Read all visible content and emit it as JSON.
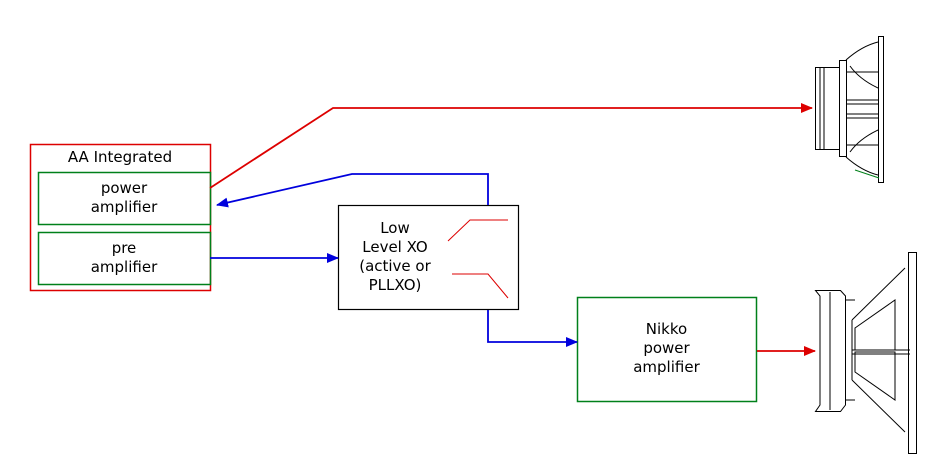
{
  "diagram": {
    "integrated_amp": {
      "title": "AA Integrated",
      "power_amp": {
        "line1": "power",
        "line2": "amplifier"
      },
      "pre_amp": {
        "line1": "pre",
        "line2": "amplifier"
      }
    },
    "crossover": {
      "line1": "Low",
      "line2": "Level XO",
      "line3": "(active or",
      "line4": "PLLXO)"
    },
    "nikko_amp": {
      "line1": "Nikko",
      "line2": "power",
      "line3": "amplifier"
    },
    "colors": {
      "integrated_border": "#dd0000",
      "amp_border": "#00801a",
      "high_signal": "#dd0000",
      "low_signal": "#0000dd"
    }
  }
}
